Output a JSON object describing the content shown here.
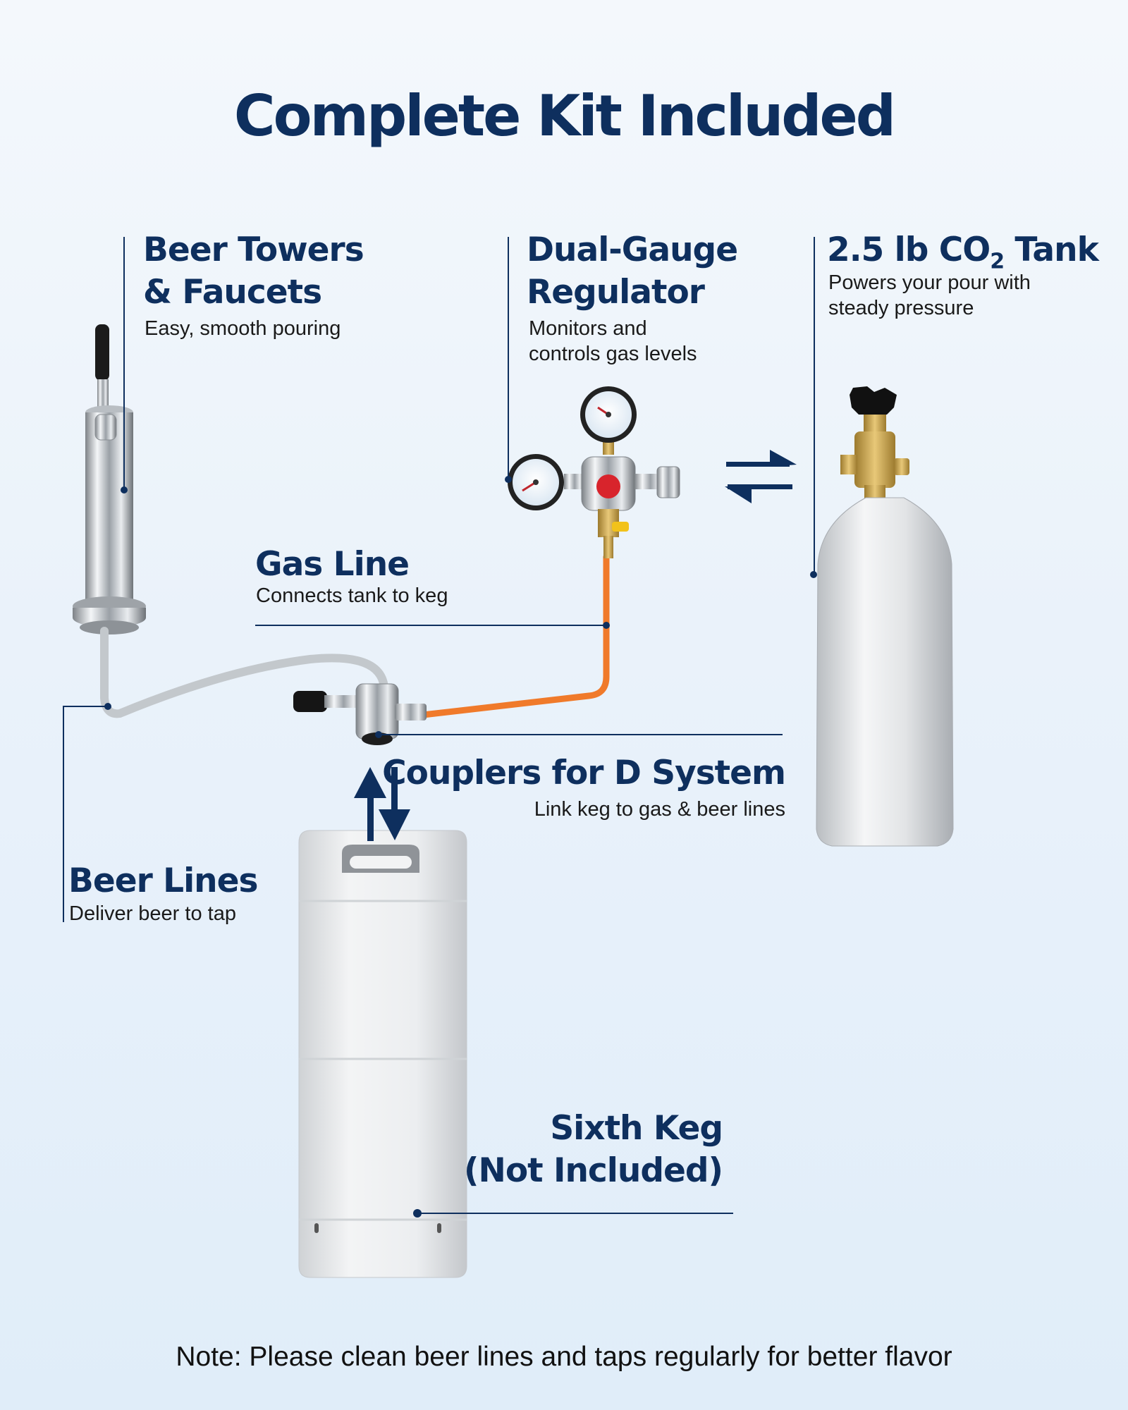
{
  "title": "Complete Kit Included",
  "labels": {
    "beer_towers": {
      "title_line1": "Beer Towers",
      "title_line2": "& Faucets",
      "desc": "Easy, smooth pouring"
    },
    "regulator": {
      "title_line1": "Dual-Gauge",
      "title_line2": "Regulator",
      "desc_line1": "Monitors and",
      "desc_line2": "controls gas levels"
    },
    "co2_tank": {
      "title_prefix": "2.5 lb CO",
      "title_subscript": "2",
      "title_suffix": " Tank",
      "desc_line1": "Powers your pour with",
      "desc_line2": "steady pressure"
    },
    "gas_line": {
      "title": "Gas Line",
      "desc": "Connects tank to keg"
    },
    "couplers": {
      "title": "Couplers for D System",
      "desc": "Link keg to gas & beer lines"
    },
    "beer_lines": {
      "title": "Beer Lines",
      "desc": "Deliver beer to tap"
    },
    "keg": {
      "title_line1": "Sixth Keg",
      "title_line2": "(Not Included)"
    }
  },
  "note": "Note: Please clean beer lines and taps regularly for better flavor",
  "colors": {
    "navy": "#0e2f5e",
    "gas_hose": "#f07a2a",
    "beer_hose": "#c3c8cc",
    "brass": "#c9a24a",
    "regulator_knob": "#d8242c"
  },
  "icons": [
    "gas-flow-arrows-icon",
    "connect-arrows-icon"
  ]
}
